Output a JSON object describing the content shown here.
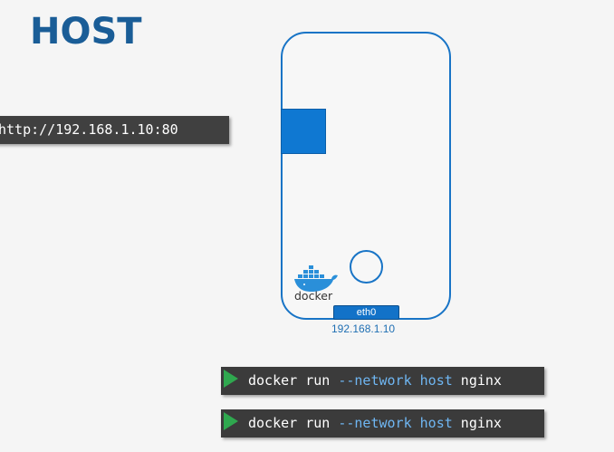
{
  "title": "HOST",
  "url": "http://192.168.1.10:80",
  "host": {
    "logo_text": "docker",
    "interface": "eth0",
    "ip": "192.168.1.10"
  },
  "commands": [
    {
      "p1": "docker run ",
      "p2": "--network",
      "p3": " ",
      "p4": "host",
      "p5": " nginx"
    },
    {
      "p1": "docker run ",
      "p2": "--network",
      "p3": " ",
      "p4": "host",
      "p5": " nginx"
    }
  ],
  "colors": {
    "title": "#1a5d97",
    "accent": "#1874c6",
    "play": "#2fa84f",
    "keyword": "#6fb6f2"
  }
}
